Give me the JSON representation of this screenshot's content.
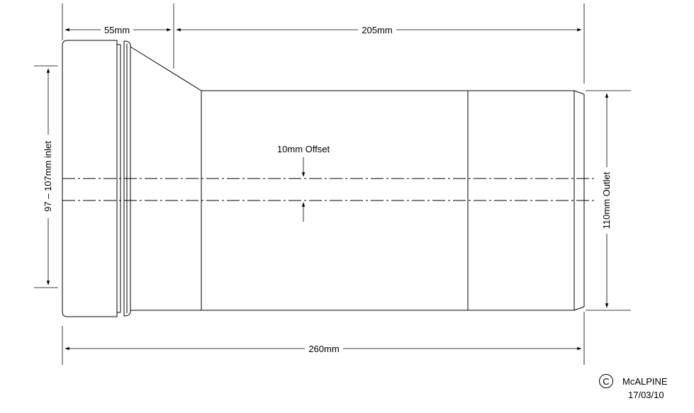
{
  "dimensions": {
    "inlet_length": "55mm",
    "body_length": "205mm",
    "total_length": "260mm",
    "inlet_diameter": "97 – 107mm inlet",
    "outlet_diameter": "110mm Outlet",
    "offset": "10mm Offset"
  },
  "credit": {
    "copyright_symbol": "C",
    "maker": "McALPINE",
    "date": "17/03/10"
  }
}
